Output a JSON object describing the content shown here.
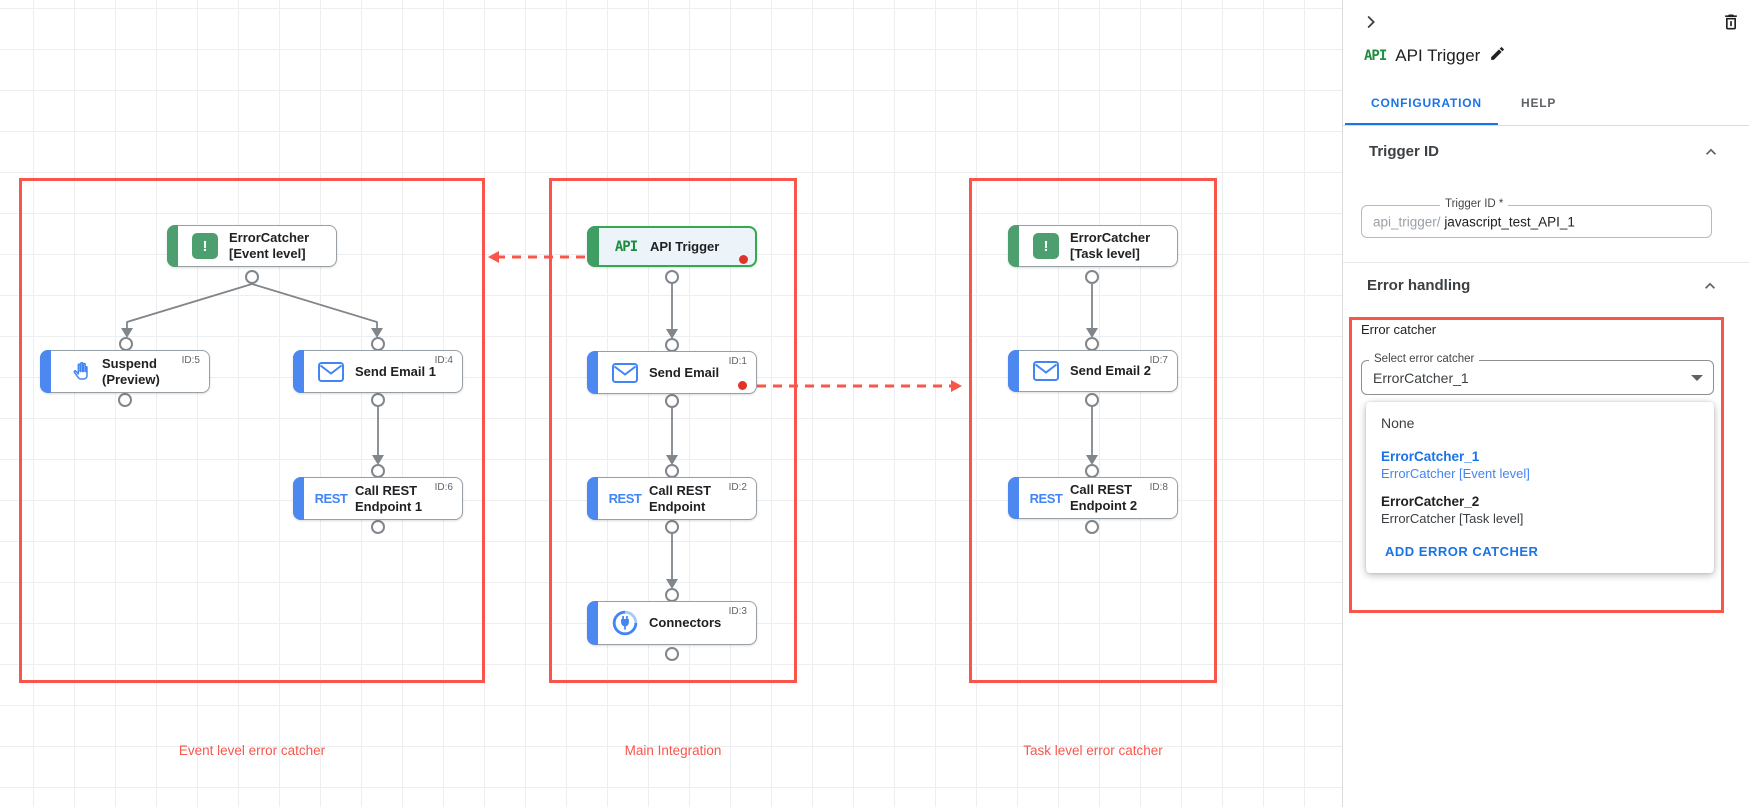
{
  "colors": {
    "red": "#fa554b",
    "blue": "#4285f4",
    "green": "#34a853",
    "link_blue": "#1a73e8"
  },
  "canvas": {
    "groups": [
      {
        "label": "Event level error catcher"
      },
      {
        "label": "Main Integration"
      },
      {
        "label": "Task level error catcher"
      }
    ],
    "nodes": {
      "ec_event": {
        "label": "ErrorCatcher [Event level]",
        "id_label": ""
      },
      "suspend": {
        "label": "Suspend (Preview)",
        "id_label": "ID:5"
      },
      "send_email_1": {
        "label": "Send Email 1",
        "id_label": "ID:4"
      },
      "call_rest_1": {
        "label": "Call REST Endpoint 1",
        "id_label": "ID:6"
      },
      "api_trigger": {
        "label": "API Trigger",
        "icon_text": "API"
      },
      "send_email": {
        "label": "Send Email",
        "id_label": "ID:1"
      },
      "call_rest": {
        "label": "Call REST Endpoint",
        "id_label": "ID:2"
      },
      "connectors": {
        "label": "Connectors",
        "id_label": "ID:3"
      },
      "ec_task": {
        "label": "ErrorCatcher [Task level]",
        "id_label": ""
      },
      "send_email_2": {
        "label": "Send Email 2",
        "id_label": "ID:7"
      },
      "call_rest_2": {
        "label": "Call REST Endpoint 2",
        "id_label": "ID:8"
      }
    },
    "rest_icon_text": "REST"
  },
  "panel": {
    "api_logo_text": "API",
    "title": "API Trigger",
    "tabs": {
      "configuration": "CONFIGURATION",
      "help": "HELP"
    },
    "sections": {
      "trigger_id": "Trigger ID",
      "error_handling": "Error handling"
    },
    "trigger_id_field": {
      "label": "Trigger ID *",
      "prefix": "api_trigger/",
      "value": "javascript_test_API_1"
    },
    "error_catcher": {
      "group_label": "Error catcher",
      "select_label": "Select error catcher",
      "selected_value": "ErrorCatcher_1",
      "menu": {
        "none_label": "None",
        "options": [
          {
            "name": "ErrorCatcher_1",
            "desc": "ErrorCatcher [Event level]"
          },
          {
            "name": "ErrorCatcher_2",
            "desc": "ErrorCatcher [Task level]"
          }
        ],
        "add_label": "ADD ERROR CATCHER"
      }
    }
  }
}
